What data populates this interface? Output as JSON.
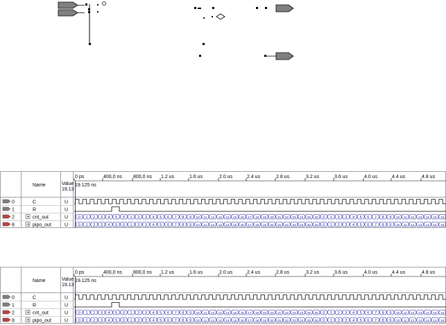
{
  "columns": {
    "name": "Name",
    "value": "Value",
    "value_sub": "19.13"
  },
  "ruler": {
    "ticks": [
      "0 ps",
      "400,0 ns",
      "800,0 ns",
      "1.2 us",
      "1.6 us",
      "2.0 us",
      "2.4 us",
      "2.8 us",
      "3.2 us",
      "3.6 us",
      "4.0 us",
      "4.4 us",
      "4.8 us"
    ],
    "cursor_time": "19.125 ns"
  },
  "signals": [
    {
      "id": "0",
      "name": "C",
      "value": "U",
      "kind": "clock"
    },
    {
      "id": "1",
      "name": "R",
      "value": "U",
      "kind": "reset"
    },
    {
      "id": "2",
      "name": "cnt_out",
      "value": "U",
      "kind": "bus",
      "expand": "+"
    },
    {
      "id": "8",
      "name": "pipo_out",
      "value": "U",
      "kind": "bus",
      "expand": "+"
    }
  ],
  "panels": [
    {
      "cnt_out": [
        0,
        1,
        2,
        3,
        4,
        5,
        0,
        1,
        2,
        3,
        4,
        5,
        6,
        7,
        8,
        9,
        10,
        11,
        12,
        13,
        14,
        15,
        16,
        17,
        18,
        19,
        20,
        21,
        22,
        23,
        24,
        25,
        26,
        0,
        1,
        2,
        3,
        4,
        5,
        6,
        7,
        8,
        9,
        10,
        11,
        12,
        13,
        14,
        15,
        16
      ],
      "pipo_out": [
        0,
        1,
        2,
        3,
        4,
        5,
        0,
        1,
        2,
        3,
        4,
        5,
        6,
        7,
        8,
        9,
        10,
        11,
        12,
        13,
        14,
        15,
        16,
        17,
        18,
        19,
        20,
        21,
        22,
        23,
        24,
        25,
        26,
        0,
        1,
        2,
        3,
        4,
        5,
        6,
        7,
        8,
        9,
        10,
        11,
        12,
        13,
        14,
        15,
        16
      ]
    },
    {
      "cnt_out": [
        0,
        1,
        2,
        3,
        4,
        5,
        0,
        1,
        2,
        3,
        4,
        5,
        6,
        7,
        8,
        9,
        10,
        11,
        12,
        13,
        14,
        15,
        16,
        17,
        18,
        19,
        20,
        21,
        22,
        23,
        24,
        25,
        26,
        0,
        1,
        2,
        3,
        4,
        5,
        6,
        7,
        8,
        9,
        10,
        11,
        12,
        13,
        14,
        15,
        16
      ],
      "pipo_out": [
        0,
        1,
        2,
        3,
        4,
        5,
        0,
        1,
        2,
        3,
        4,
        5,
        6,
        7,
        8,
        9,
        10,
        11,
        12,
        13,
        14,
        15,
        16,
        17,
        18,
        19,
        20,
        21,
        22,
        23,
        24,
        25,
        26,
        0,
        1,
        2,
        3,
        4,
        5,
        6,
        7,
        8,
        9,
        10,
        11,
        12,
        13,
        14,
        15,
        16
      ]
    }
  ],
  "colors": {
    "grid": "#a0a0a0",
    "bus_text": "#1a1aa0",
    "signal_icon": "#808080",
    "bus_icon": "#c04040",
    "cursor": "#3030c0",
    "port": "#808080"
  }
}
